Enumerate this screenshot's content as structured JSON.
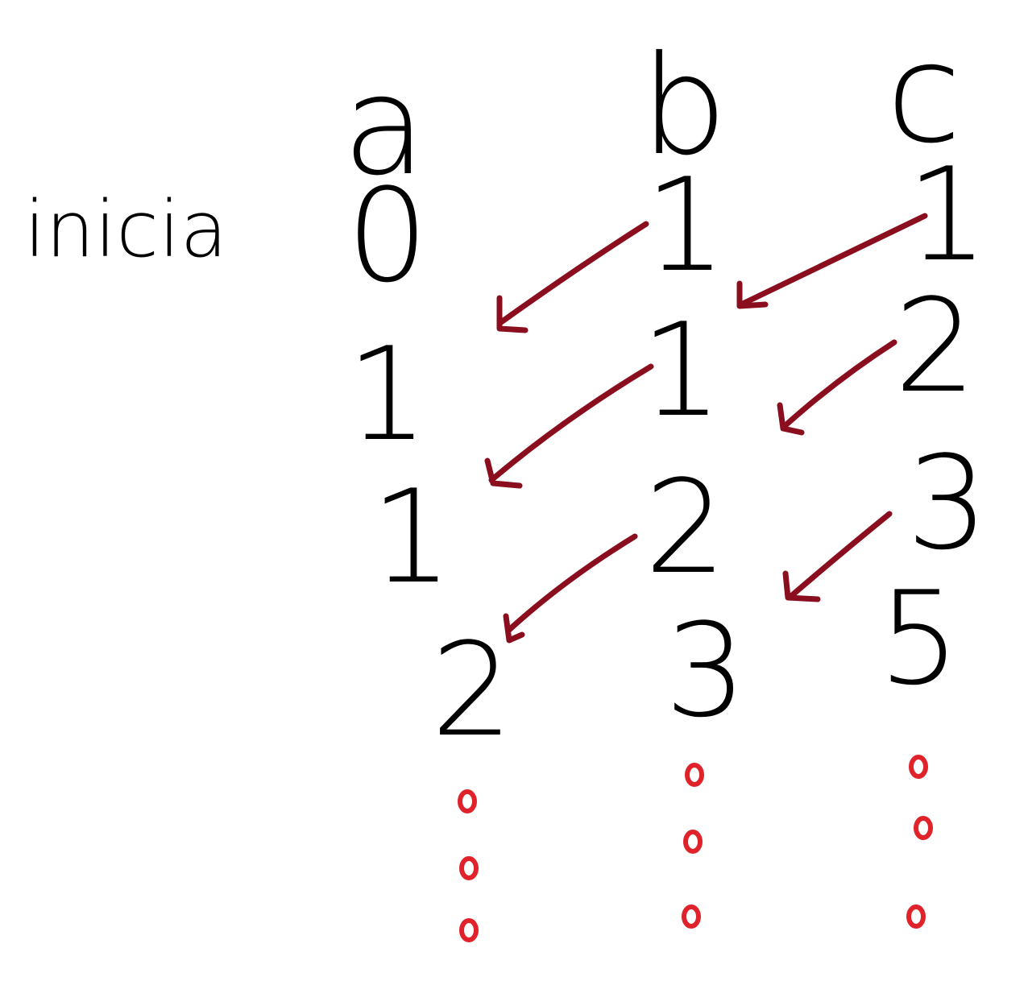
{
  "diagram": {
    "start_label": "inicia",
    "columns": [
      {
        "header": "a",
        "values": [
          "0",
          "1",
          "1",
          "2"
        ]
      },
      {
        "header": "b",
        "values": [
          "1",
          "1",
          "2",
          "3"
        ]
      },
      {
        "header": "c",
        "values": [
          "1",
          "2",
          "3",
          "5"
        ]
      }
    ],
    "arrows": [
      {
        "from": "b.0",
        "to": "a.1"
      },
      {
        "from": "c.0",
        "to": "b.1"
      },
      {
        "from": "b.1",
        "to": "a.2"
      },
      {
        "from": "c.1",
        "to": "b.2"
      },
      {
        "from": "b.2",
        "to": "a.3"
      },
      {
        "from": "c.2",
        "to": "b.3"
      }
    ],
    "continuation": "dots",
    "colors": {
      "ink": "#000000",
      "arrow": "#8b0e1f",
      "dots": "#e0232b"
    }
  }
}
